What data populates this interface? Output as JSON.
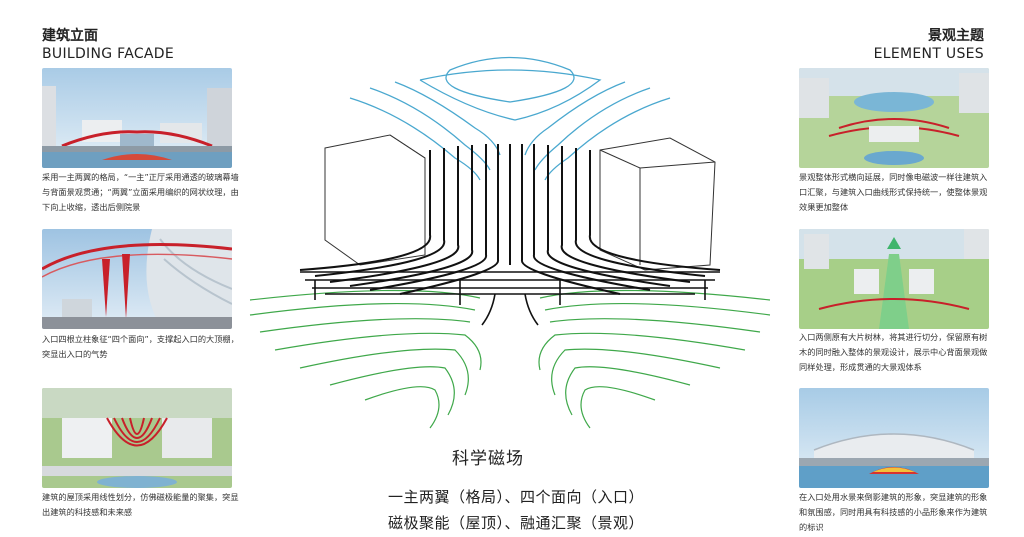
{
  "left_header": {
    "cn": "建筑立面",
    "en": "BUILDING FACADE"
  },
  "right_header": {
    "cn": "景观主题",
    "en": "ELEMENT USES"
  },
  "left_panels": [
    {
      "caption": "采用一主两翼的格局，“一主”正厅采用通透的玻璃幕墙与背面景观贯通；“两翼”立面采用编织的网状纹理，由下向上收缩，透出后侧院景"
    },
    {
      "caption": "入口四根立柱象征“四个面向”，支撑起入口的大顶棚，突显出入口的气势"
    },
    {
      "caption": "建筑的屋顶采用线性划分，仿佛磁极能量的聚集，突显出建筑的科技感和未来感"
    }
  ],
  "right_panels": [
    {
      "caption": "景观整体形式横向延展，同时像电磁波一样往建筑入口汇聚，与建筑入口曲线形式保持统一，使整体景观效果更加整体"
    },
    {
      "caption": "入口两侧原有大片树林，将其进行切分，保留原有树木的同时融入整体的景观设计，展示中心背面景观做同样处理，形成贯通的大景观体系"
    },
    {
      "caption": "在入口处用水景来倒影建筑的形象，突显建筑的形象和氛围感，同时用具有科技感的小品形象来作为建筑的标识"
    }
  ],
  "center": {
    "title": "科学磁场",
    "line1": "一主两翼（格局）、四个面向（入口）",
    "line2": "磁极聚能（屋顶）、融通汇聚（景观）"
  },
  "colors": {
    "field_blue": "#4aa8cf",
    "field_green": "#3fa84a",
    "accent_red": "#c8202a",
    "sky": "#bcd6ea"
  }
}
